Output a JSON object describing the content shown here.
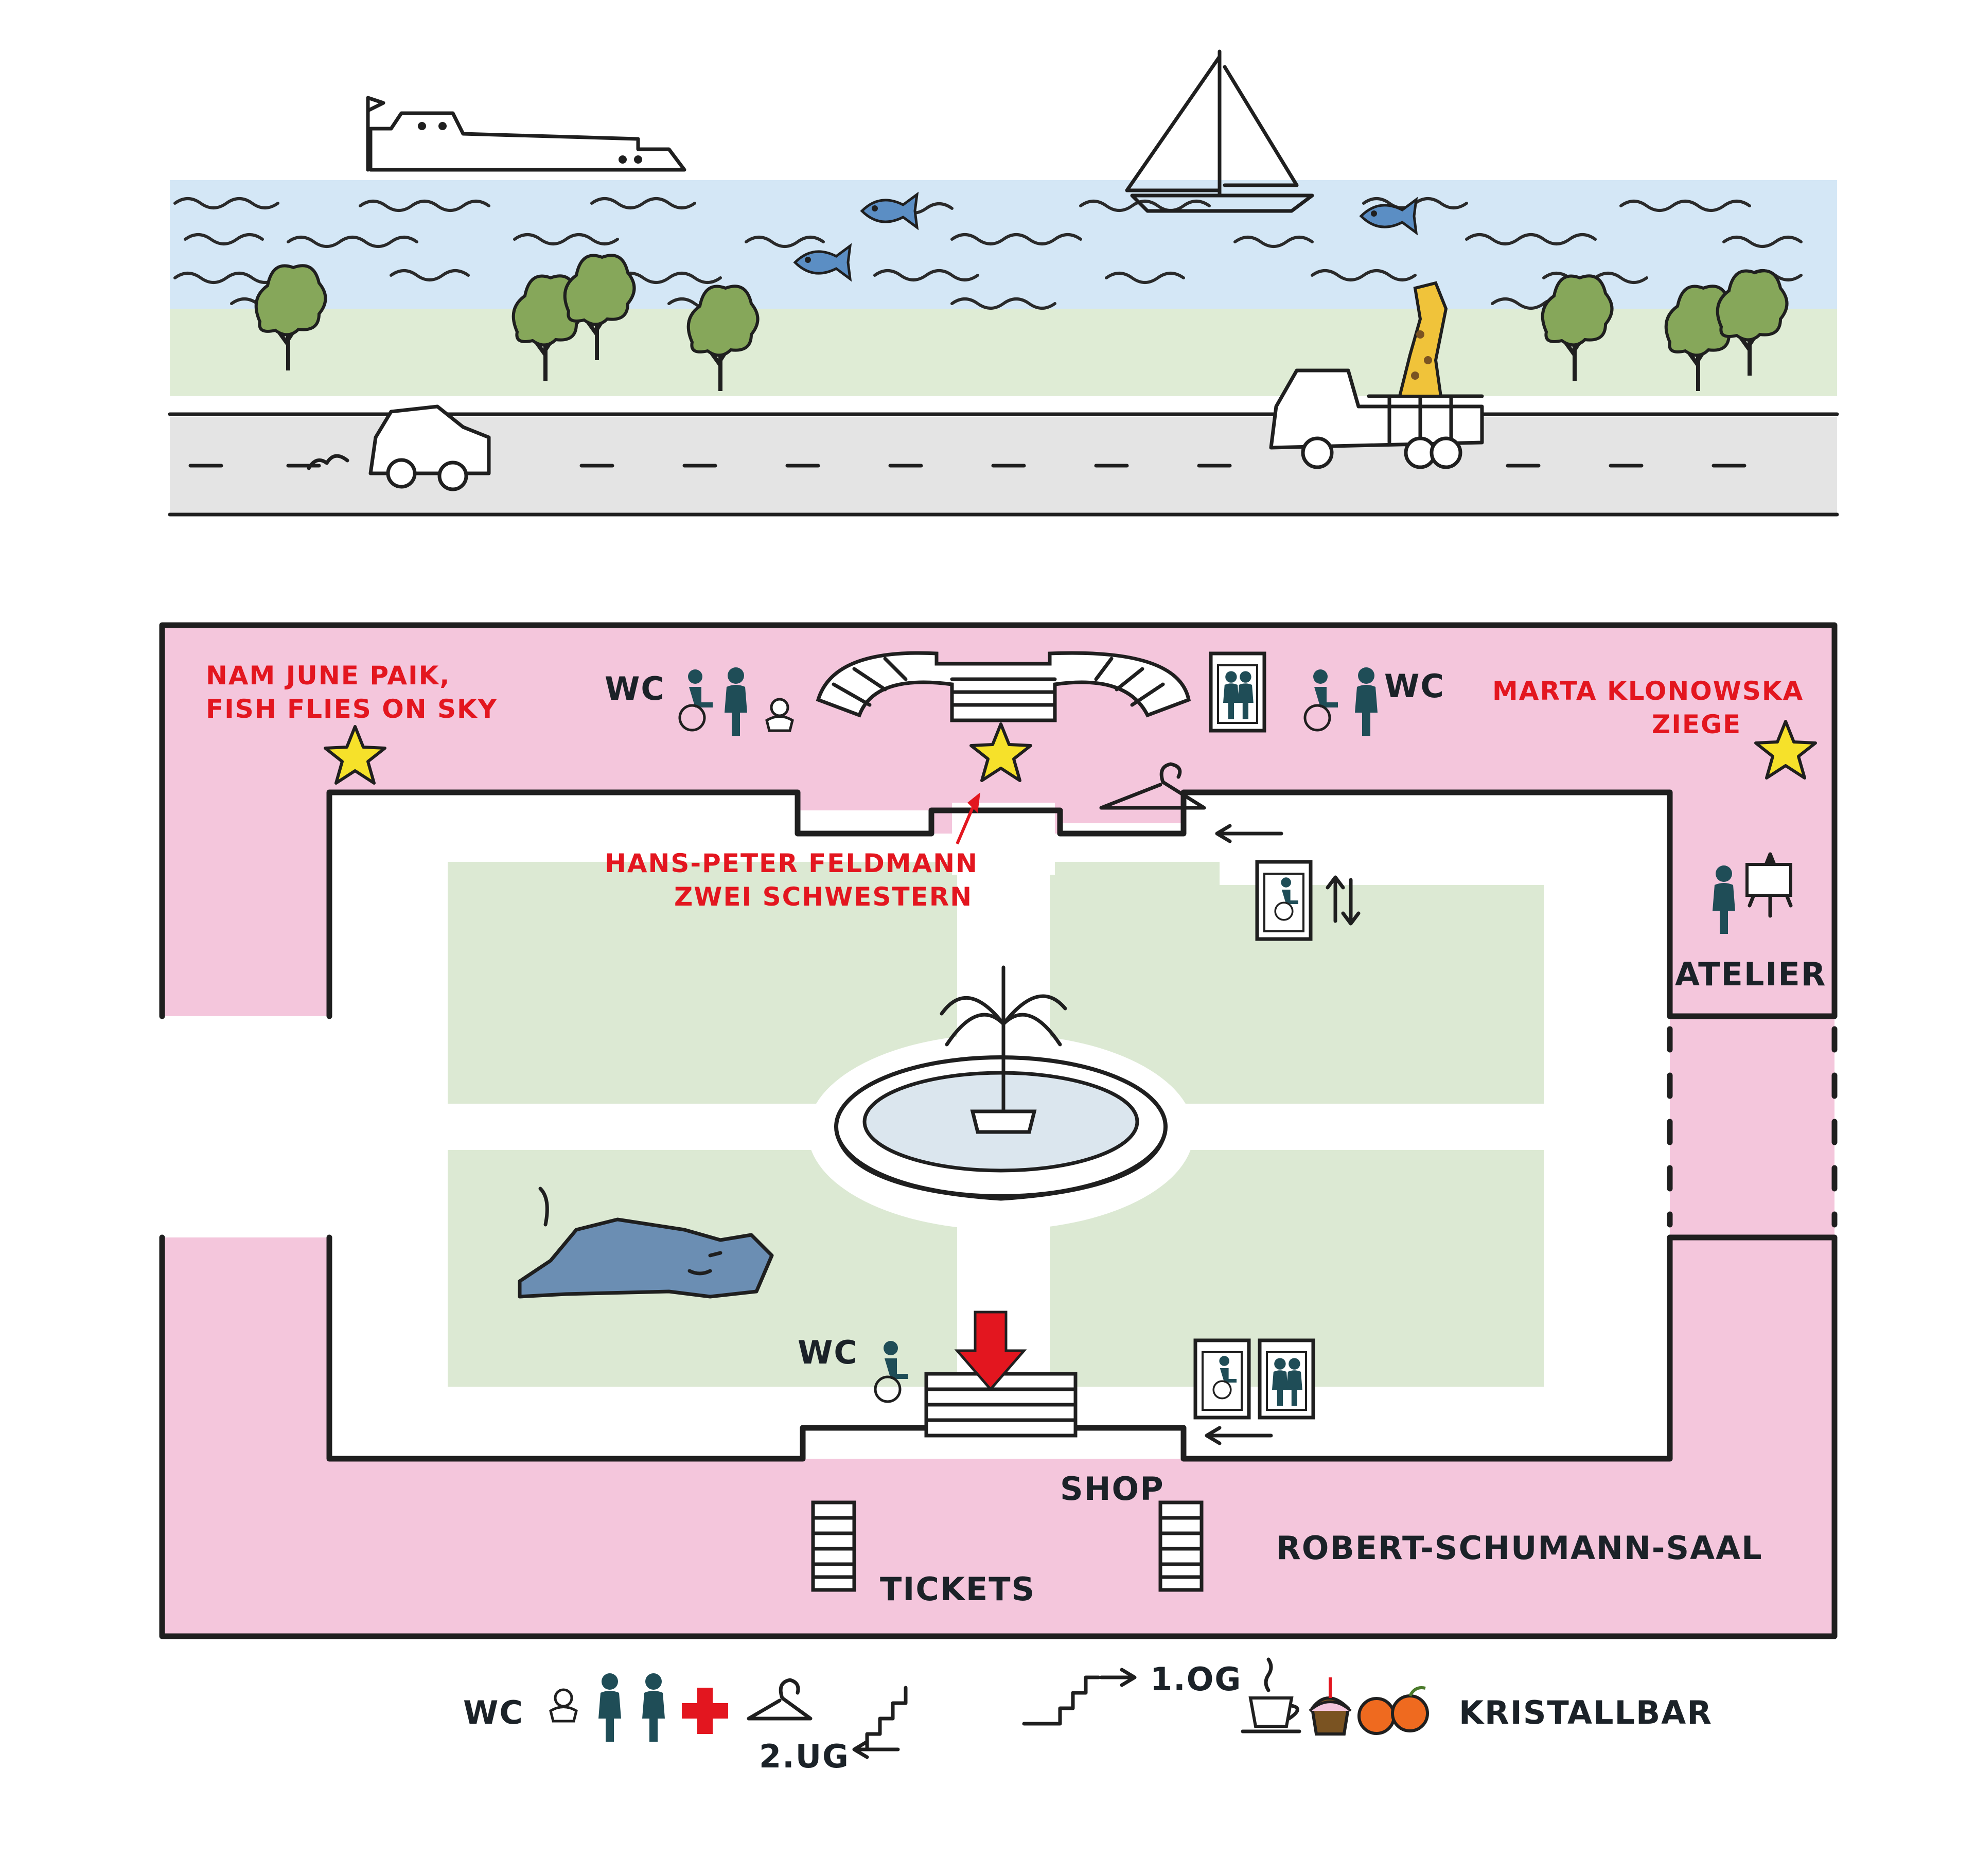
{
  "map": {
    "colors": {
      "wing": "#f4c6dc",
      "lawn": "#dce9d3",
      "water": "#d4e7f6",
      "river_bank": "#dfecd5",
      "road": "#e4e4e4",
      "star": "#f6e12a",
      "artwork_label": "#e3161f",
      "pictogram": "#1f4d57",
      "arrow_red": "#e3161f"
    },
    "artworks": [
      {
        "line1": "NAM JUNE PAIK,",
        "line2": "FISH FLIES ON SKY",
        "icon": "star-icon"
      },
      {
        "line1": "HANS-PETER FELDMANN",
        "line2": "ZWEI SCHWESTERN",
        "icon": "star-icon"
      },
      {
        "line1": "MARTA KLONOWSKA",
        "line2": "ZIEGE",
        "icon": "star-icon"
      }
    ],
    "labels": {
      "wc_top_left": "WC",
      "wc_top_right": "WC",
      "wc_courtyard": "WC",
      "atelier": "ATELIER",
      "shop": "SHOP",
      "tickets": "TICKETS",
      "saal": "ROBERT-SCHUMANN-SAAL"
    },
    "legend": {
      "wc": "WC",
      "down_floor": "2.UG",
      "up_floor": "1.OG",
      "bar": "KRISTALLBAR",
      "down_icons": [
        "baby-icon",
        "woman-icon",
        "man-icon",
        "first-aid-icon",
        "coat-hanger-icon"
      ],
      "up_icons": [
        "coffee-cup-icon",
        "cupcake-icon",
        "orange-icon"
      ]
    }
  }
}
